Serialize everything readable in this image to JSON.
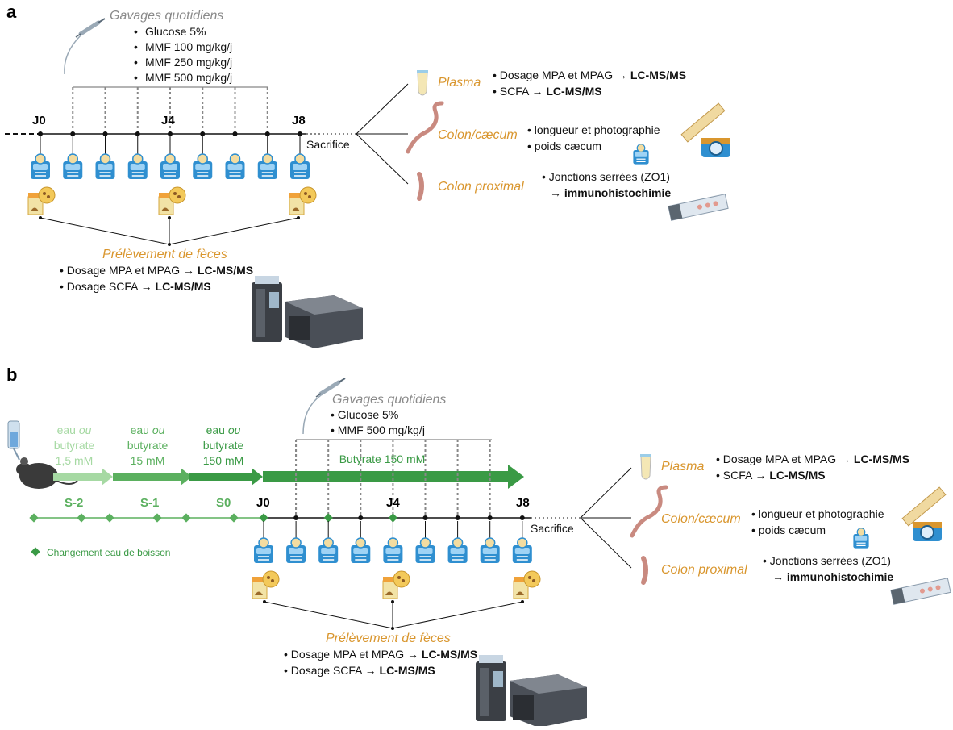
{
  "panel_a": {
    "letter": "a",
    "gavage_title": "Gavages quotidiens",
    "gavage_items": [
      "Glucose 5%",
      "MMF 100 mg/kg/j",
      "MMF 250 mg/kg/j",
      "MMF 500 mg/kg/j"
    ],
    "day_start": "J0",
    "day_mid": "J4",
    "day_end": "J8",
    "sacrifice": "Sacrifice",
    "plasma_label": "Plasma",
    "plasma_items": [
      {
        "text": "Dosage MPA et MPAG → ",
        "bold": "LC-MS/MS"
      },
      {
        "text": "SCFA → ",
        "bold": "LC-MS/MS"
      }
    ],
    "colon_label": "Colon/cæcum",
    "colon_items": [
      "longueur et photographie",
      "poids cæcum"
    ],
    "proximal_label": "Colon proximal",
    "proximal_item": "Jonctions serrées (ZO1)",
    "proximal_method_prefix": "→ ",
    "proximal_method": "immunohistochimie",
    "feces_title": "Prélèvement de fèces",
    "feces_items": [
      {
        "text": "Dosage MPA et MPAG → ",
        "bold": "LC-MS/MS"
      },
      {
        "text": "Dosage SCFA → ",
        "bold": "LC-MS/MS"
      }
    ]
  },
  "panel_b": {
    "letter": "b",
    "gavage_title": "Gavages quotidiens",
    "gavage_items": [
      "Glucose 5%",
      "MMF 500 mg/kg/j"
    ],
    "water_steps": [
      {
        "l1a": "eau ",
        "l1b": "ou",
        "l2": "butyrate",
        "l3": "1,5 mM"
      },
      {
        "l1a": "eau ",
        "l1b": "ou",
        "l2": "butyrate",
        "l3": "15 mM"
      },
      {
        "l1a": "eau ",
        "l1b": "ou",
        "l2": "butyrate",
        "l3": "150 mM"
      }
    ],
    "butyrate_main": "Butyrate 150 mM",
    "weeks": [
      "S-2",
      "S-1",
      "S0"
    ],
    "day_start": "J0",
    "day_mid": "J4",
    "day_end": "J8",
    "legend_change": "Changement eau de boisson",
    "sacrifice": "Sacrifice",
    "plasma_label": "Plasma",
    "plasma_items": [
      {
        "text": "Dosage MPA et MPAG → ",
        "bold": "LC-MS/MS"
      },
      {
        "text": "SCFA → ",
        "bold": "LC-MS/MS"
      }
    ],
    "colon_label": "Colon/cæcum",
    "colon_items": [
      "longueur et photographie",
      "poids cæcum"
    ],
    "proximal_label": "Colon proximal",
    "proximal_item": "Jonctions serrées (ZO1)",
    "proximal_method_prefix": "→ ",
    "proximal_method": "immunohistochimie",
    "feces_title": "Prélèvement de fèces",
    "feces_items": [
      {
        "text": "Dosage MPA et MPAG → ",
        "bold": "LC-MS/MS"
      },
      {
        "text": "Dosage SCFA → ",
        "bold": "LC-MS/MS"
      }
    ]
  },
  "colors": {
    "orange": "#d9962e",
    "green_light": "#a6d9a3",
    "green_mid": "#5bb05f",
    "green_dark": "#3a9a45",
    "scale_blue": "#2f8fd0",
    "grey": "#8a8a8a"
  },
  "icons": [
    "syringe-icon",
    "scale-icon",
    "feces-sample-icon",
    "tube-icon",
    "intestine-icon",
    "colon-segment-icon",
    "ruler-icon",
    "camera-icon",
    "slide-icon",
    "lcms-instrument-icon",
    "mouse-icon",
    "water-bottle-icon"
  ]
}
